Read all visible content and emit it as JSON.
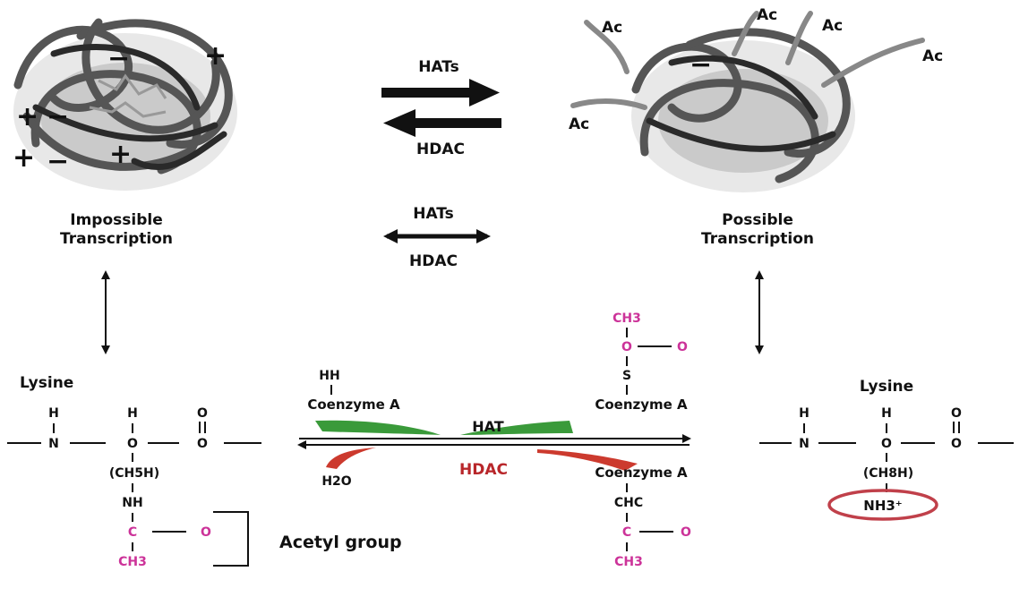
{
  "top": {
    "left_label_line1": "Impossible",
    "left_label_line2": "Transcription",
    "right_label_line1": "Possible",
    "right_label_line2": "Transcription",
    "eq_forward": "HATs",
    "eq_backward": "HDAC",
    "bi_top": "HATs",
    "bi_bottom": "HDAC",
    "acetyl_tag": "Ac",
    "charge_plus": "+",
    "charge_minus": "−"
  },
  "left_lysine": {
    "title": "Lysine",
    "h": "H",
    "n": "N",
    "o": "O",
    "side_chain": "(CH5H)",
    "nh": "NH",
    "c": "C",
    "ch3": "CH3",
    "acetyl_label": "Acetyl group"
  },
  "reaction": {
    "hh": "HH",
    "coenzyme_a": "Coenzyme A",
    "hat": "HAT",
    "hdac": "HDAC",
    "h2o": "H2O",
    "ch3": "CH3",
    "o": "O",
    "s": "S",
    "ch_product": "CHC",
    "c": "C",
    "ch3_bottom": "CH3",
    "colors": {
      "hat_arrow": "#3a9a3a",
      "hdac_arrow": "#cc3a2e",
      "pink": "#cc3399",
      "circle": "#c0404a"
    }
  },
  "right_lysine": {
    "title": "Lysine",
    "h": "H",
    "n": "N",
    "o": "O",
    "side_chain": "(CH8H)",
    "nh3": "NH3⁺"
  }
}
